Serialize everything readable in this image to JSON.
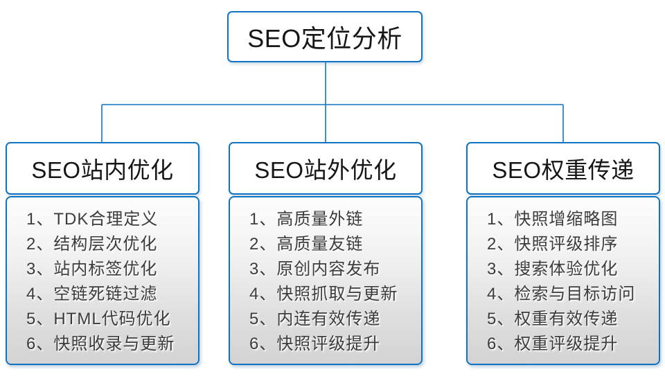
{
  "colors": {
    "accent": "#0E73C3",
    "list_text": "#3B3B3B",
    "list_gradient_top": "#FDFDFD",
    "list_gradient_bottom": "#D3D3D3"
  },
  "root": {
    "label": "SEO定位分析"
  },
  "branches": [
    {
      "title": "SEO站内优化",
      "items": [
        "1、TDK合理定义",
        "2、结构层次优化",
        "3、站内标签优化",
        "4、空链死链过滤",
        "5、HTML代码优化",
        "6、快照收录与更新"
      ]
    },
    {
      "title": "SEO站外优化",
      "items": [
        "1、高质量外链",
        "2、高质量友链",
        "3、原创内容发布",
        "4、快照抓取与更新",
        "5、内连有效传递",
        "6、快照评级提升"
      ]
    },
    {
      "title": "SEO权重传递",
      "items": [
        "1、快照增缩略图",
        "2、快照评级排序",
        "3、搜索体验优化",
        "4、检索与目标访问",
        "5、权重有效传递",
        "6、权重评级提升"
      ]
    }
  ]
}
